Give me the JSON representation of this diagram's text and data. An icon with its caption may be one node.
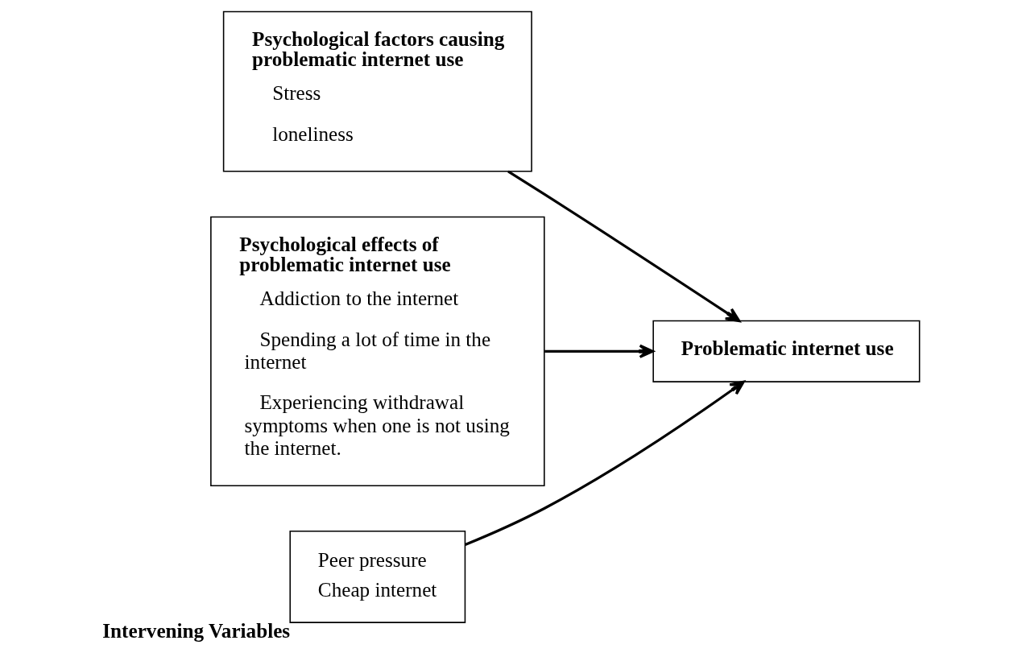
{
  "diagram": {
    "nodes": [
      {
        "text": [
          "Psychological factors causing problematic internet use",
          "Stress",
          "loneliness"
        ]
      },
      {
        "text": [
          "Psychological effects of problematic internet use",
          "Addiction to the internet",
          "Spending a lot of time in the internet",
          "Experiencing withdrawal symptoms when one is not using the internet."
        ]
      },
      {
        "text": [
          "Problematic internet use"
        ]
      },
      {
        "text": [
          "Peer pressure",
          "Cheap internet"
        ],
        "beside": [
          "Intervening Variables"
        ]
      }
    ],
    "edges": [
      {
        "from": 0,
        "to": 2,
        "arrow": "to"
      },
      {
        "from": 1,
        "to": 2,
        "arrow": "to"
      },
      {
        "from": 3,
        "to": 2,
        "arrow": "to"
      }
    ]
  }
}
